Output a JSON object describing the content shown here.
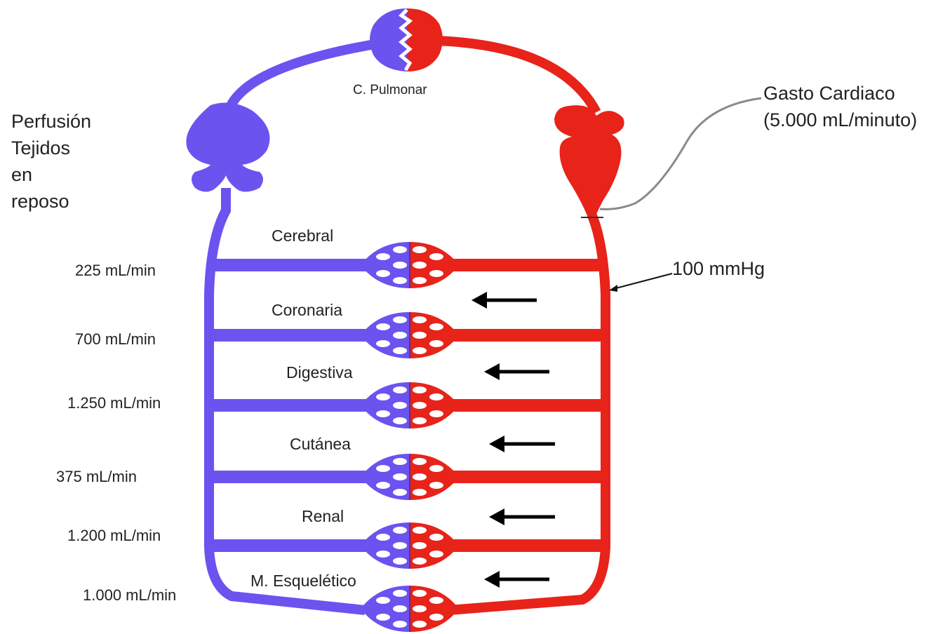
{
  "colors": {
    "venous": "#6B53F0",
    "arterial": "#E8231A",
    "bg": "#FFFFFF",
    "pointer": "#8A8A8A",
    "arrow": "#000000"
  },
  "title_lines": [
    "Perfusión",
    "Tejidos",
    "en",
    "reposo"
  ],
  "pulmonary_label": "C. Pulmonar",
  "cardiac_output": {
    "line1": "Gasto Cardiaco",
    "line2": "(5.000 mL/minuto)"
  },
  "pressure_label": "100 mmHg",
  "circuits": [
    {
      "organ": "Cerebral",
      "flow": "225 mL/min"
    },
    {
      "organ": "Coronaria",
      "flow": "700 mL/min"
    },
    {
      "organ": "Digestiva",
      "flow": "1.250 mL/min"
    },
    {
      "organ": "Cutánea",
      "flow": "375 mL/min"
    },
    {
      "organ": "Renal",
      "flow": "1.200 mL/min"
    },
    {
      "organ": "M. Esquelético",
      "flow": "1.000 mL/min"
    }
  ]
}
